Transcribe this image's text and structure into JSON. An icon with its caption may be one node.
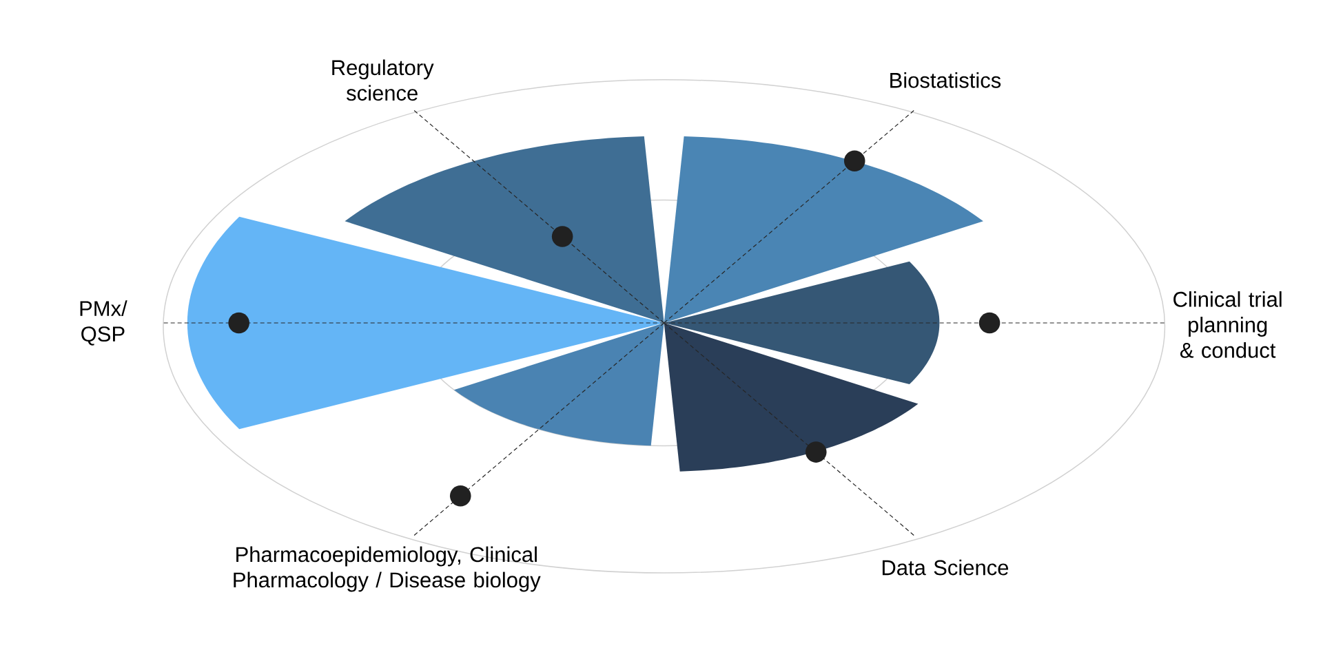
{
  "diagram": {
    "labels": [
      "Regulatory science",
      "Biostatistics",
      "PMx/ QSP",
      "Clinical trial planning & conduct",
      "Pharmacoepidemiology, Clinical Pharmacology / Disease biology",
      "Data Science"
    ]
  }
}
